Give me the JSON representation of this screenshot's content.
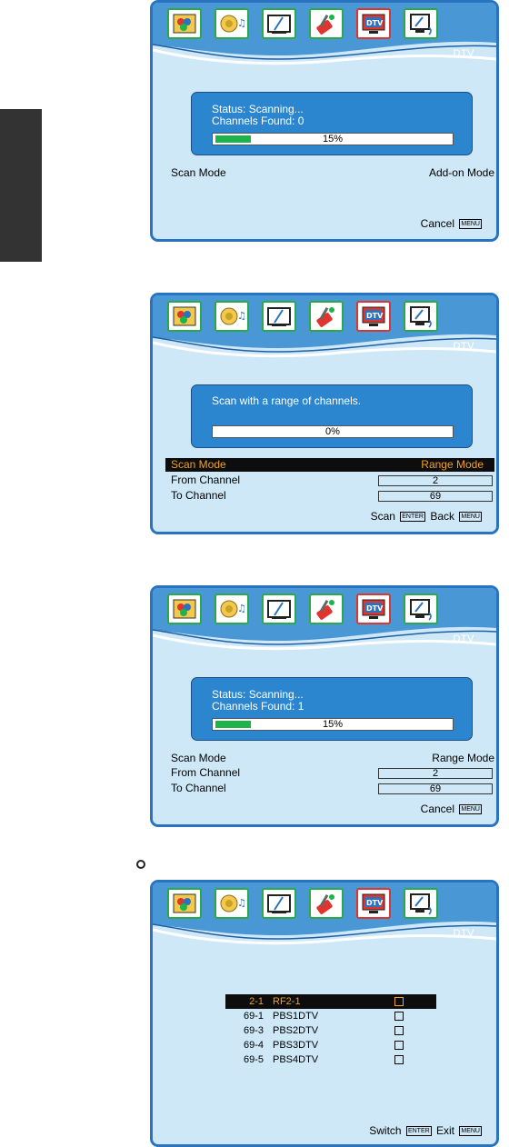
{
  "menu_icons": [
    {
      "icon": "picture-icon",
      "active": false
    },
    {
      "icon": "sound-icon",
      "active": false
    },
    {
      "icon": "screen-icon",
      "active": false
    },
    {
      "icon": "setup-tools-icon",
      "active": false
    },
    {
      "icon": "dtv-icon",
      "active": true
    },
    {
      "icon": "settings-tv-icon",
      "active": false
    }
  ],
  "colors": {
    "accent": "#2a73c0",
    "panel": "#2b86cf",
    "progress": "#1db44c",
    "highlight_text": "#f3a21e"
  },
  "screen1": {
    "menu_title": "DTV",
    "status": "Status: Scanning...",
    "channels_found": "Channels Found: 0",
    "progress_label": "15%",
    "progress": 0.15,
    "scan_mode_label": "Scan Mode",
    "scan_mode_value": "Add-on Mode",
    "cancel_label": "Cancel",
    "cancel_key": "MENU"
  },
  "screen2": {
    "menu_title": "DTV",
    "message": "Scan with a range of channels.",
    "progress_label": "0%",
    "progress": 0.0,
    "scan_mode_label": "Scan Mode",
    "scan_mode_value": "Range Mode",
    "from_label": "From Channel",
    "from_value": "2",
    "to_label": "To Channel",
    "to_value": "69",
    "scan_label": "Scan",
    "scan_key": "ENTER",
    "back_label": "Back",
    "back_key": "MENU"
  },
  "screen3": {
    "menu_title": "DTV",
    "status": "Status: Scanning...",
    "channels_found": "Channels Found: 1",
    "progress_label": "15%",
    "progress": 0.15,
    "scan_mode_label": "Scan Mode",
    "scan_mode_value": "Range Mode",
    "from_label": "From Channel",
    "from_value": "2",
    "to_label": "To Channel",
    "to_value": "69",
    "cancel_label": "Cancel",
    "cancel_key": "MENU"
  },
  "screen4": {
    "menu_title": "DTV",
    "channels": [
      {
        "num": "2-1",
        "name": "RF2-1"
      },
      {
        "num": "69-1",
        "name": "PBS1DTV"
      },
      {
        "num": "69-3",
        "name": "PBS2DTV"
      },
      {
        "num": "69-4",
        "name": "PBS3DTV"
      },
      {
        "num": "69-5",
        "name": "PBS4DTV"
      }
    ],
    "switch_label": "Switch",
    "switch_key": "ENTER",
    "exit_label": "Exit",
    "exit_key": "MENU"
  }
}
